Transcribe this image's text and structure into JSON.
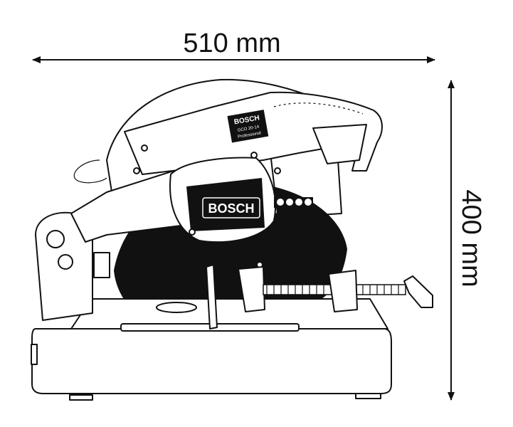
{
  "dimensions": {
    "width_label": "510 mm",
    "height_label": "400 mm"
  },
  "product": {
    "brand": "BOSCH",
    "model": "GCO 20-14",
    "line": "Professional",
    "motor_badge": "BOSCH"
  },
  "colors": {
    "line": "#111111",
    "background": "#ffffff"
  }
}
